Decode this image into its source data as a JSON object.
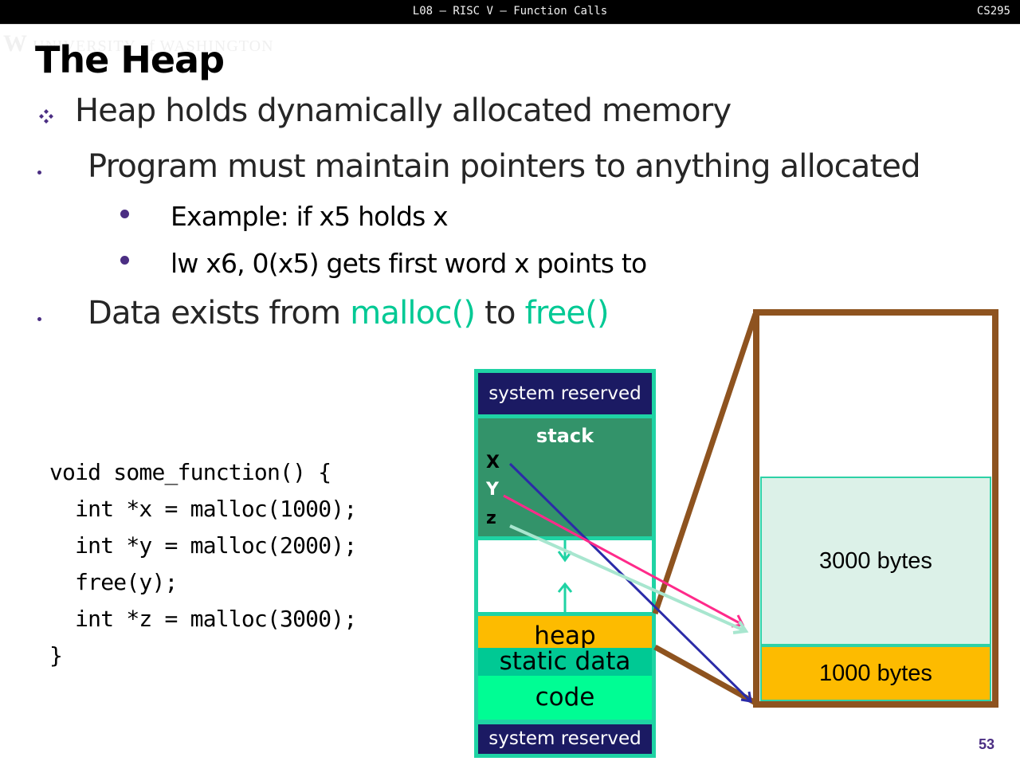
{
  "header": {
    "lecture_title": "L08 – RISC V – Function Calls",
    "course": "CS295"
  },
  "logo": {
    "text": "UNIVERSITY of WASHINGTON",
    "mark": "W"
  },
  "slide": {
    "title": "The Heap",
    "bullets": [
      {
        "level": 1,
        "marker": "diamond",
        "text": "Heap holds dynamically allocated memory"
      },
      {
        "level": 1,
        "marker": "dot",
        "text": "Program must maintain pointers to anything allocated"
      },
      {
        "level": 2,
        "marker": "dot",
        "text": "Example: if x5 holds x"
      },
      {
        "level": 2,
        "marker": "dot",
        "text": "lw x6, 0(x5) gets first word x points to"
      },
      {
        "level": 1,
        "marker": "dot",
        "parts": [
          "Data exists from ",
          "malloc()",
          " to ",
          "free()"
        ]
      }
    ],
    "accent_color": "#00c994",
    "bullet_color": "#4b2e83",
    "page_number": "53"
  },
  "code": {
    "lines": [
      "void some_function() {",
      "  int *x = malloc(1000);",
      "  int *y = malloc(2000);",
      "  free(y);",
      "  int *z = malloc(3000);",
      "}"
    ]
  },
  "memory_layout": {
    "segments": [
      {
        "name": "system reserved",
        "color": "#1b1a63"
      },
      {
        "name": "stack",
        "color": "#33936a"
      },
      {
        "name": "",
        "color": "#ffffff"
      },
      {
        "name": "heap",
        "color": "#fdbb00"
      },
      {
        "name": "static data",
        "color": "#00c994"
      },
      {
        "name": "code",
        "color": "#00fd94"
      },
      {
        "name": "system reserved",
        "color": "#1b1a63"
      }
    ],
    "stack_vars": [
      {
        "name": "X",
        "pointer_color": "#2b2ba8"
      },
      {
        "name": "Y",
        "pointer_color": "#ff2a8a"
      },
      {
        "name": "z",
        "pointer_color": "#a8e6cf"
      }
    ]
  },
  "heap_detail": {
    "blocks": [
      {
        "label": "3000 bytes",
        "color": "#dcf1e8"
      },
      {
        "label": "1000 bytes",
        "color": "#fdbb00"
      }
    ],
    "border_color": "#8e531f"
  }
}
